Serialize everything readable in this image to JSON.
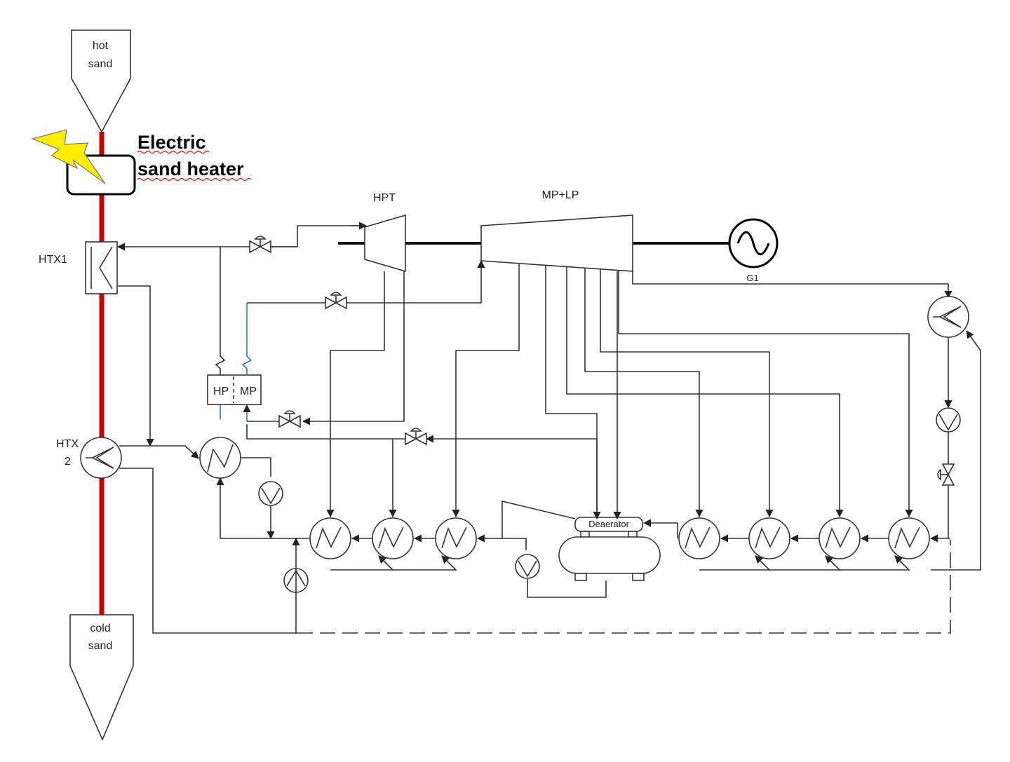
{
  "labels": {
    "hot_sand": [
      "hot",
      "sand"
    ],
    "cold_sand": [
      "cold",
      "sand"
    ],
    "heater": [
      "Electric",
      "sand heater"
    ],
    "htx1": "HTX1",
    "htx2": [
      "HTX",
      "2"
    ],
    "hpt": "HPT",
    "mplp": "MP+LP",
    "generator": "G1",
    "reheater_hp": "HP",
    "reheater_mp": "MP",
    "deaerator": "Deaerator"
  },
  "colors": {
    "hot_line": "#c00000",
    "reheat_line": "#2e75d6",
    "lightning": "#ffee00"
  }
}
